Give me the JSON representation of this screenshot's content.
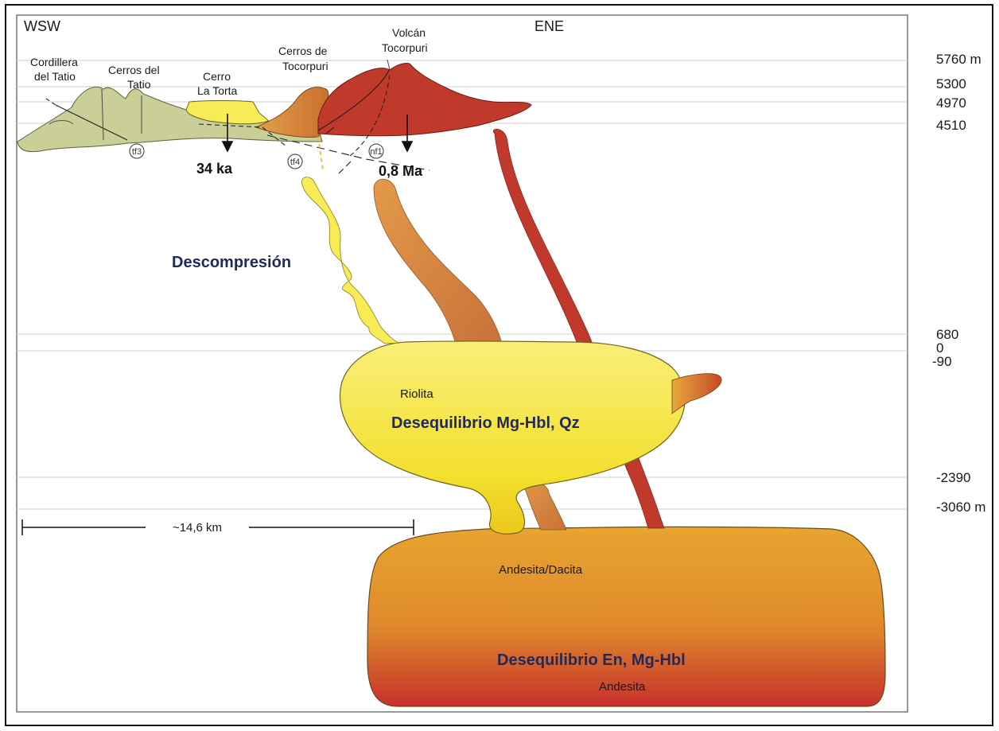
{
  "directions": {
    "left": "WSW",
    "right": "ENE"
  },
  "surface_features": {
    "cordillera_del_tatio": [
      "Cordillera",
      "del Tatio"
    ],
    "cerros_del_tatio": [
      "Cerros del",
      "Tatio"
    ],
    "cerro_la_torta": [
      "Cerro",
      "La Torta"
    ],
    "cerros_de_tocorpuri": [
      "Cerros de",
      "Tocorpuri"
    ],
    "volcan_tocorpuri": [
      "Volcán",
      "Tocorpuri"
    ]
  },
  "faults": {
    "tf3": "tf3",
    "tf4": "tf4",
    "nf1": "nf1"
  },
  "ages": {
    "la_torta": "34 ka",
    "tocorpuri": "0,8 Ma"
  },
  "process_label": "Descompresión",
  "reservoirs": {
    "upper": {
      "rock": "Riolita",
      "note": "Desequilibrio Mg-Hbl, Qz"
    },
    "lower": {
      "rock_top": "Andesita/Dacita",
      "note": "Desequilibrio En, Mg-Hbl",
      "rock_bottom": "Andesita"
    }
  },
  "elevation_ticks": [
    "5760 m",
    "5300",
    "4970",
    "4510",
    "680",
    "0",
    "-90",
    "-2390",
    "-3060 m"
  ],
  "scale_bar": "~14,6 km",
  "colors": {
    "tatio_green": "#c9cf96",
    "la_torta_yellow": "#f7ec56",
    "tocorpuri_orange": "#d98b3a",
    "volcan_red": "#c0392b",
    "rhyolite_yellow": "#f6e640",
    "andesite_orange": "#e09a2e",
    "andesite_red": "#c8302c",
    "label_navy": "#1f2a5a"
  }
}
